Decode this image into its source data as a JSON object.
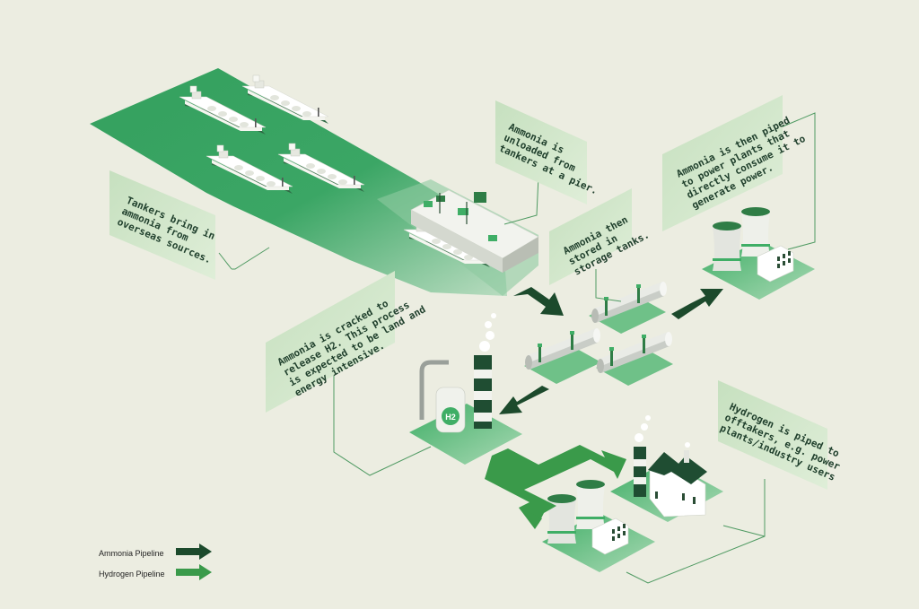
{
  "callouts": {
    "tankers": [
      "Tankers bring in",
      "ammonia from",
      "overseas sources."
    ],
    "unloaded": [
      "Ammonia is",
      "unloaded from",
      "tankers at a pier."
    ],
    "storage": [
      "Ammonia then",
      "stored in",
      "storage tanks."
    ],
    "power": [
      "Ammonia is then piped",
      "to power plants that",
      "directly consume it to",
      "generate power."
    ],
    "cracked": [
      "Ammonia is cracked to",
      "release H2. This process",
      "is expected to be land and",
      "energy intensive."
    ],
    "hydrogen": [
      "Hydrogen is piped to",
      "offtakers, e.g. power",
      "plants/industry users"
    ]
  },
  "cracker_label": "H2",
  "legend": {
    "ammonia": "Ammonia Pipeline",
    "hydrogen": "Hydrogen Pipeline"
  },
  "colors": {
    "background": "#ecede1",
    "ammonia_arrow": "#1c4a2c",
    "hydrogen_arrow": "#3a9a4a",
    "sea": "#3aa361",
    "callout": "#cde3c6"
  }
}
